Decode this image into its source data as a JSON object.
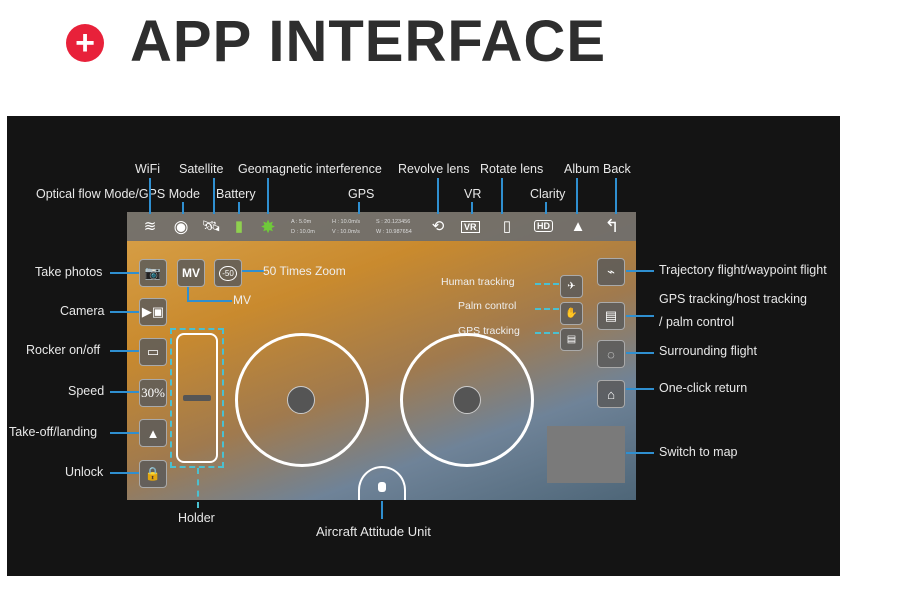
{
  "header": {
    "title": "APP INTERFACE",
    "icon": "plus-circle-icon"
  },
  "top_labels": {
    "wifi": "WiFi",
    "satellite": "Satellite",
    "geomagnetic": "Geomagnetic interference",
    "revolve": "Revolve lens",
    "rotate": "Rotate lens",
    "album": "Album",
    "back": "Back",
    "mode": "Optical flow Mode/GPS Mode",
    "battery": "Battery",
    "gps": "GPS",
    "vr": "VR",
    "clarity": "Clarity"
  },
  "telemetry": {
    "a": "A : 5.0m",
    "d": "D : 10.0m",
    "h": "H : 10.0m/s",
    "v": "V : 10.0m/s",
    "s": "S : 20.123456",
    "w": "W : 10.987654"
  },
  "bar_icons": {
    "vr": "VR",
    "hd": "HD"
  },
  "left_labels": [
    "Take photos",
    "Camera",
    "Rocker on/off",
    "Speed",
    "Take-off/landing",
    "Unlock"
  ],
  "screen": {
    "mv": "MV",
    "mv_label": "MV",
    "zoom_badge": "-50",
    "zoom_label": "50 Times Zoom",
    "speed": "30%",
    "human_tracking": "Human tracking",
    "palm_control": "Palm control",
    "gps_tracking": "GPS tracking"
  },
  "right_labels": {
    "trajectory": "Trajectory flight/waypoint flight",
    "gps_tracking_1": "GPS tracking/host tracking",
    "gps_tracking_2": "/ palm control",
    "surrounding": "Surrounding flight",
    "return": "One-click return",
    "map": "Switch to map"
  },
  "bottom_labels": {
    "holder": "Holder",
    "attitude": "Aircraft Attitude Unit"
  }
}
